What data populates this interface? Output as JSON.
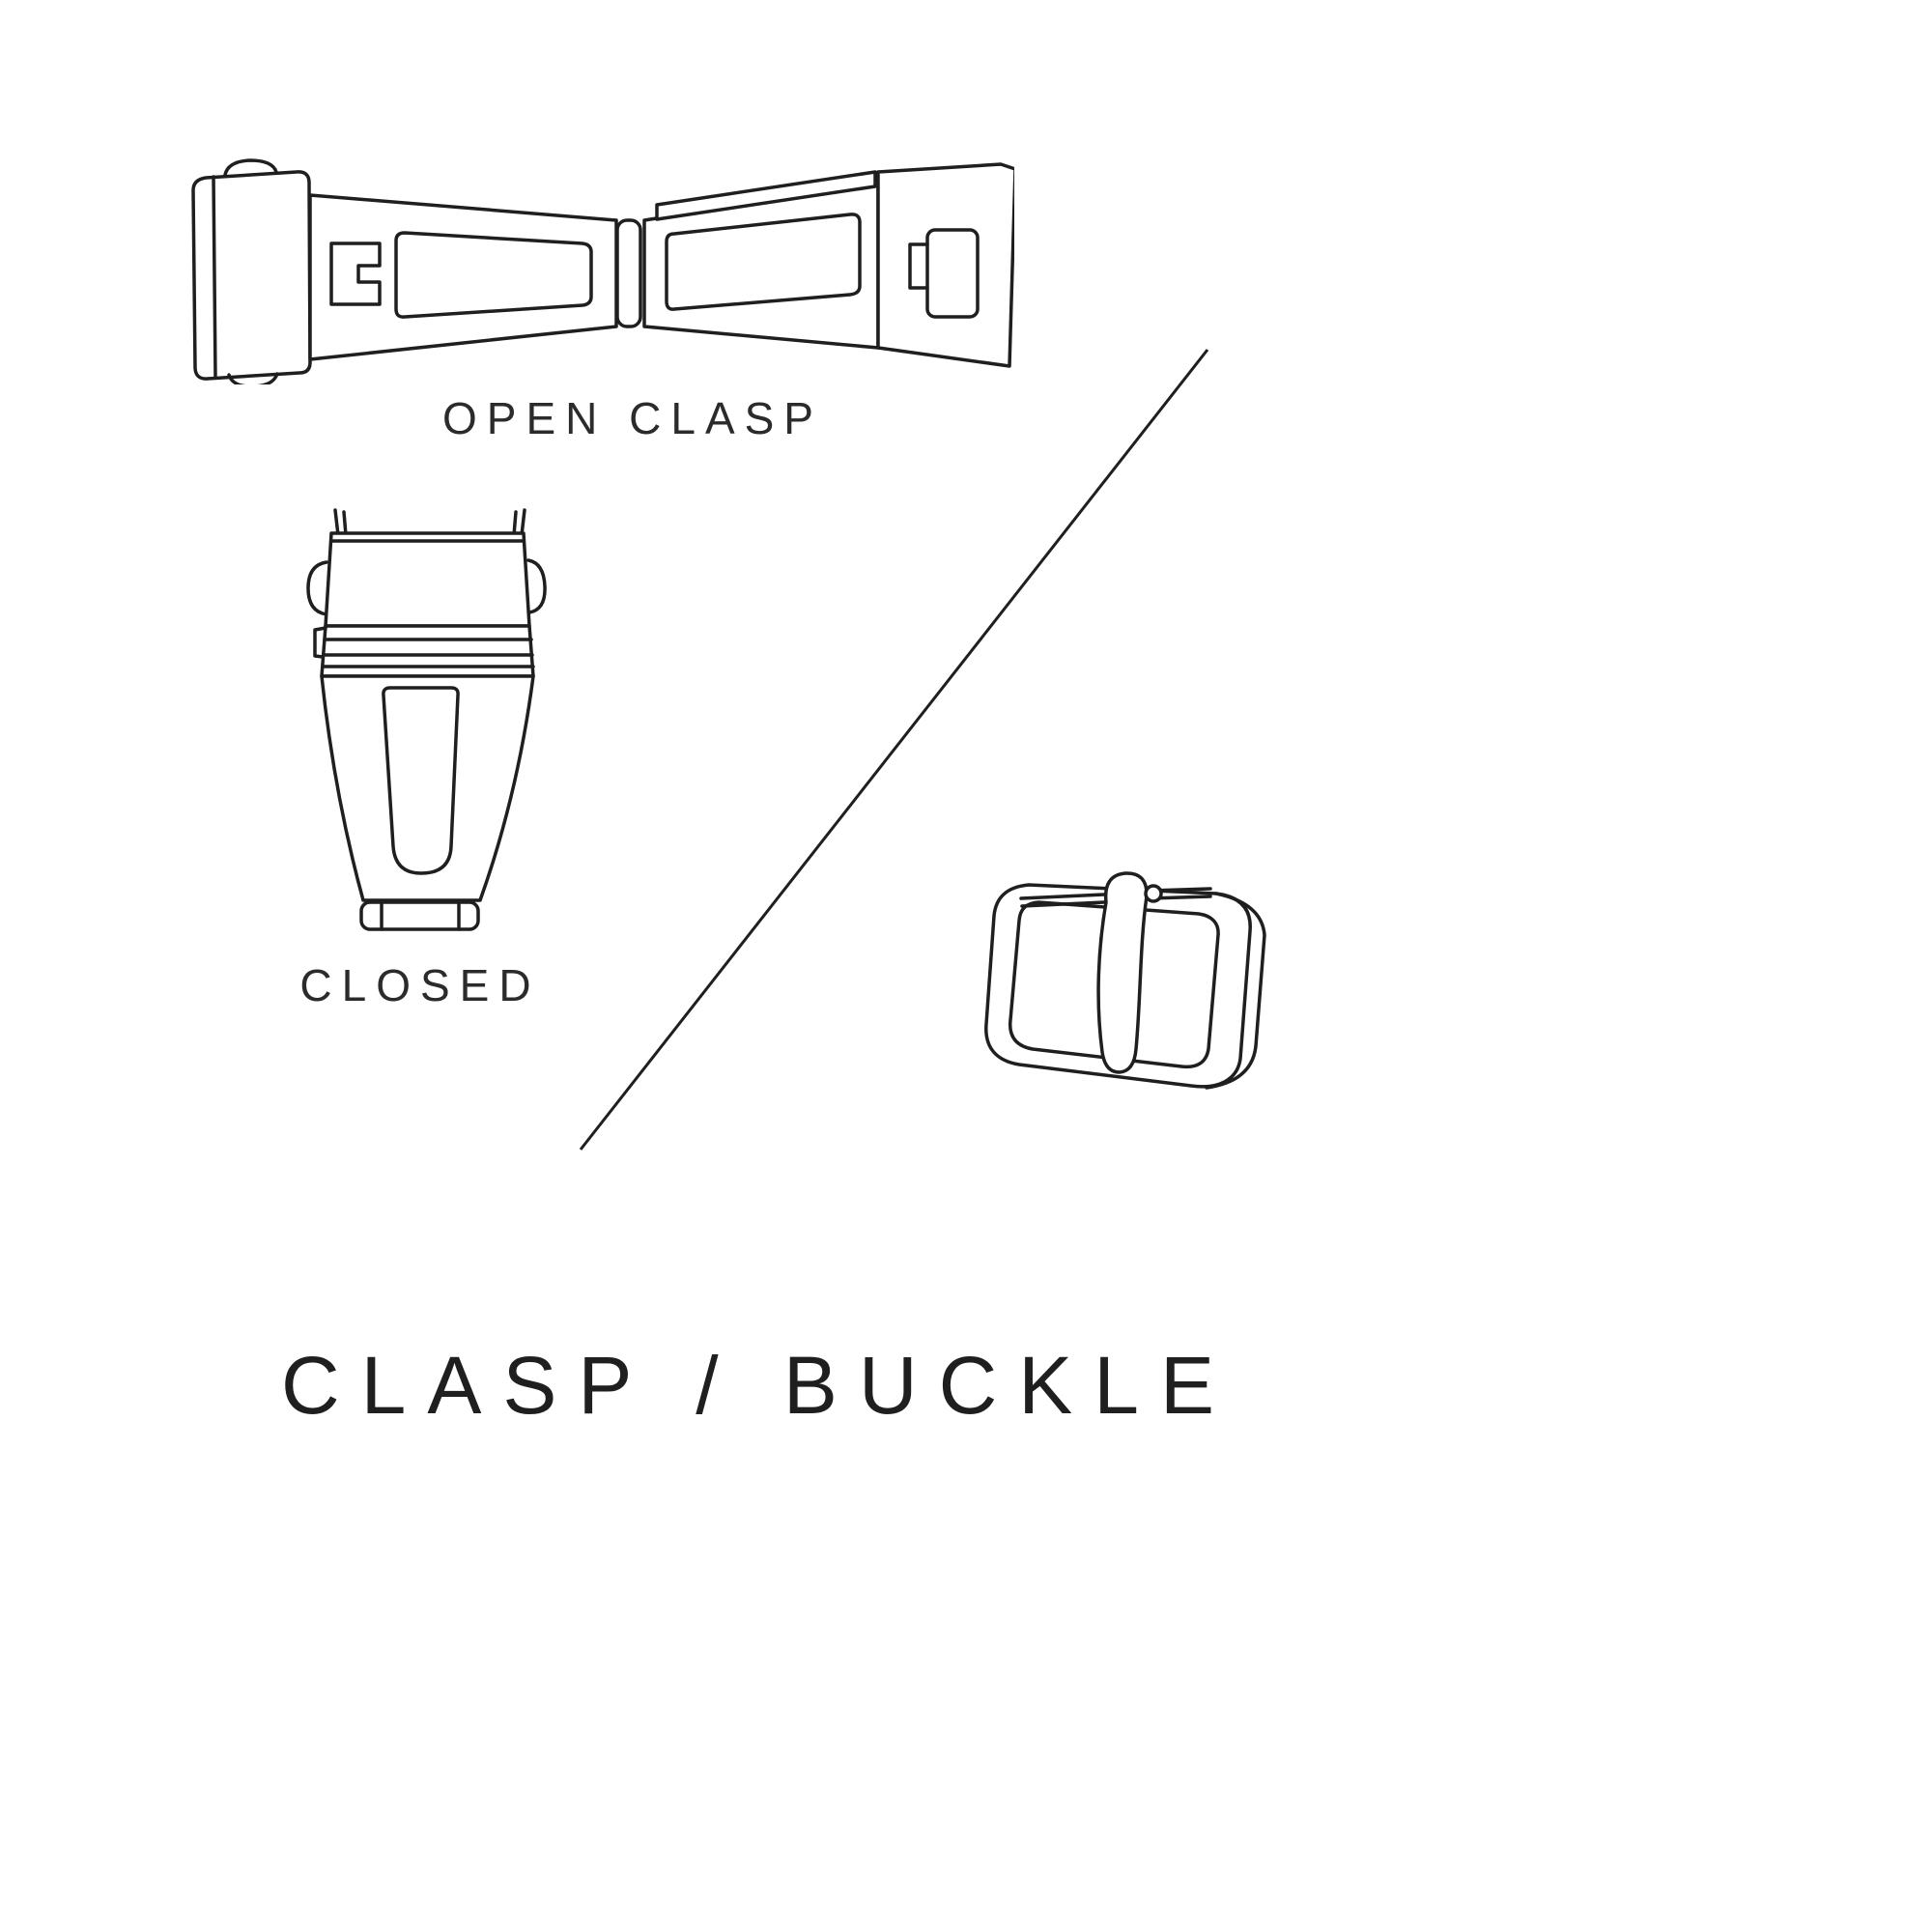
{
  "meta": {
    "background_color": "#ffffff",
    "line_color": "#1f1f1f"
  },
  "labels": {
    "open_clasp": "OPEN CLASP",
    "closed": "CLOSED",
    "title": "CLASP / BUCKLE"
  },
  "illustrations": [
    {
      "name": "open-clasp-illustration",
      "caption": "OPEN CLASP"
    },
    {
      "name": "closed-clasp-illustration",
      "caption": "CLOSED"
    },
    {
      "name": "buckle-illustration",
      "caption": ""
    }
  ],
  "divider": {
    "name": "diagonal-divider-line"
  }
}
